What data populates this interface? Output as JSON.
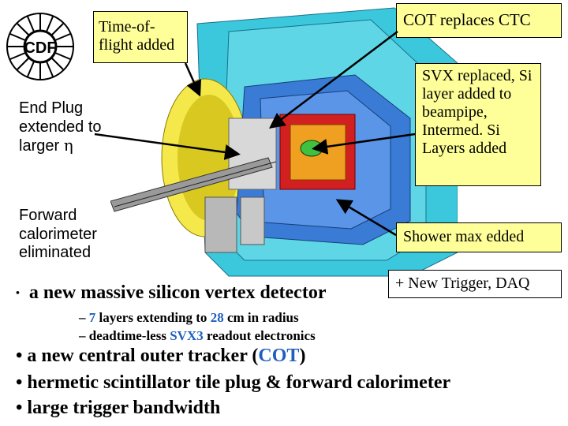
{
  "callouts": {
    "tof": "Time-of-flight added",
    "cot": "COT replaces CTC",
    "svx": "SVX replaced, Si layer added to beampipe, Intermed. Si Layers added",
    "shower": "Shower max edded",
    "trigger": "+ New Trigger, DAQ"
  },
  "labels": {
    "endplug": "End Plug extended to larger",
    "eta_symbol": "η",
    "forward": "Forward calorimeter eliminated"
  },
  "logo": {
    "text": "CDF",
    "color": "#000000"
  },
  "bullets": {
    "b1": "a new massive silicon vertex detector",
    "s1_pre": "– ",
    "s1_num": "7",
    "s1_mid": " layers extending to ",
    "s1_num2": "28",
    "s1_post": " cm in radius",
    "s2_pre": "– deadtime-less ",
    "s2_hl": "SVX3",
    "s2_post": " readout electronics",
    "b2_pre": "• a new central outer tracker (",
    "b2_hl": "COT",
    "b2_post": ")",
    "b3": "• hermetic scintillator tile plug & forward calorimeter",
    "b4": "• large trigger bandwidth"
  },
  "colors": {
    "callout_bg": "#ffff99",
    "highlight": "#1f5fbf",
    "detector_blue": "#3a7bd5",
    "detector_cyan": "#3cc8dc"
  }
}
